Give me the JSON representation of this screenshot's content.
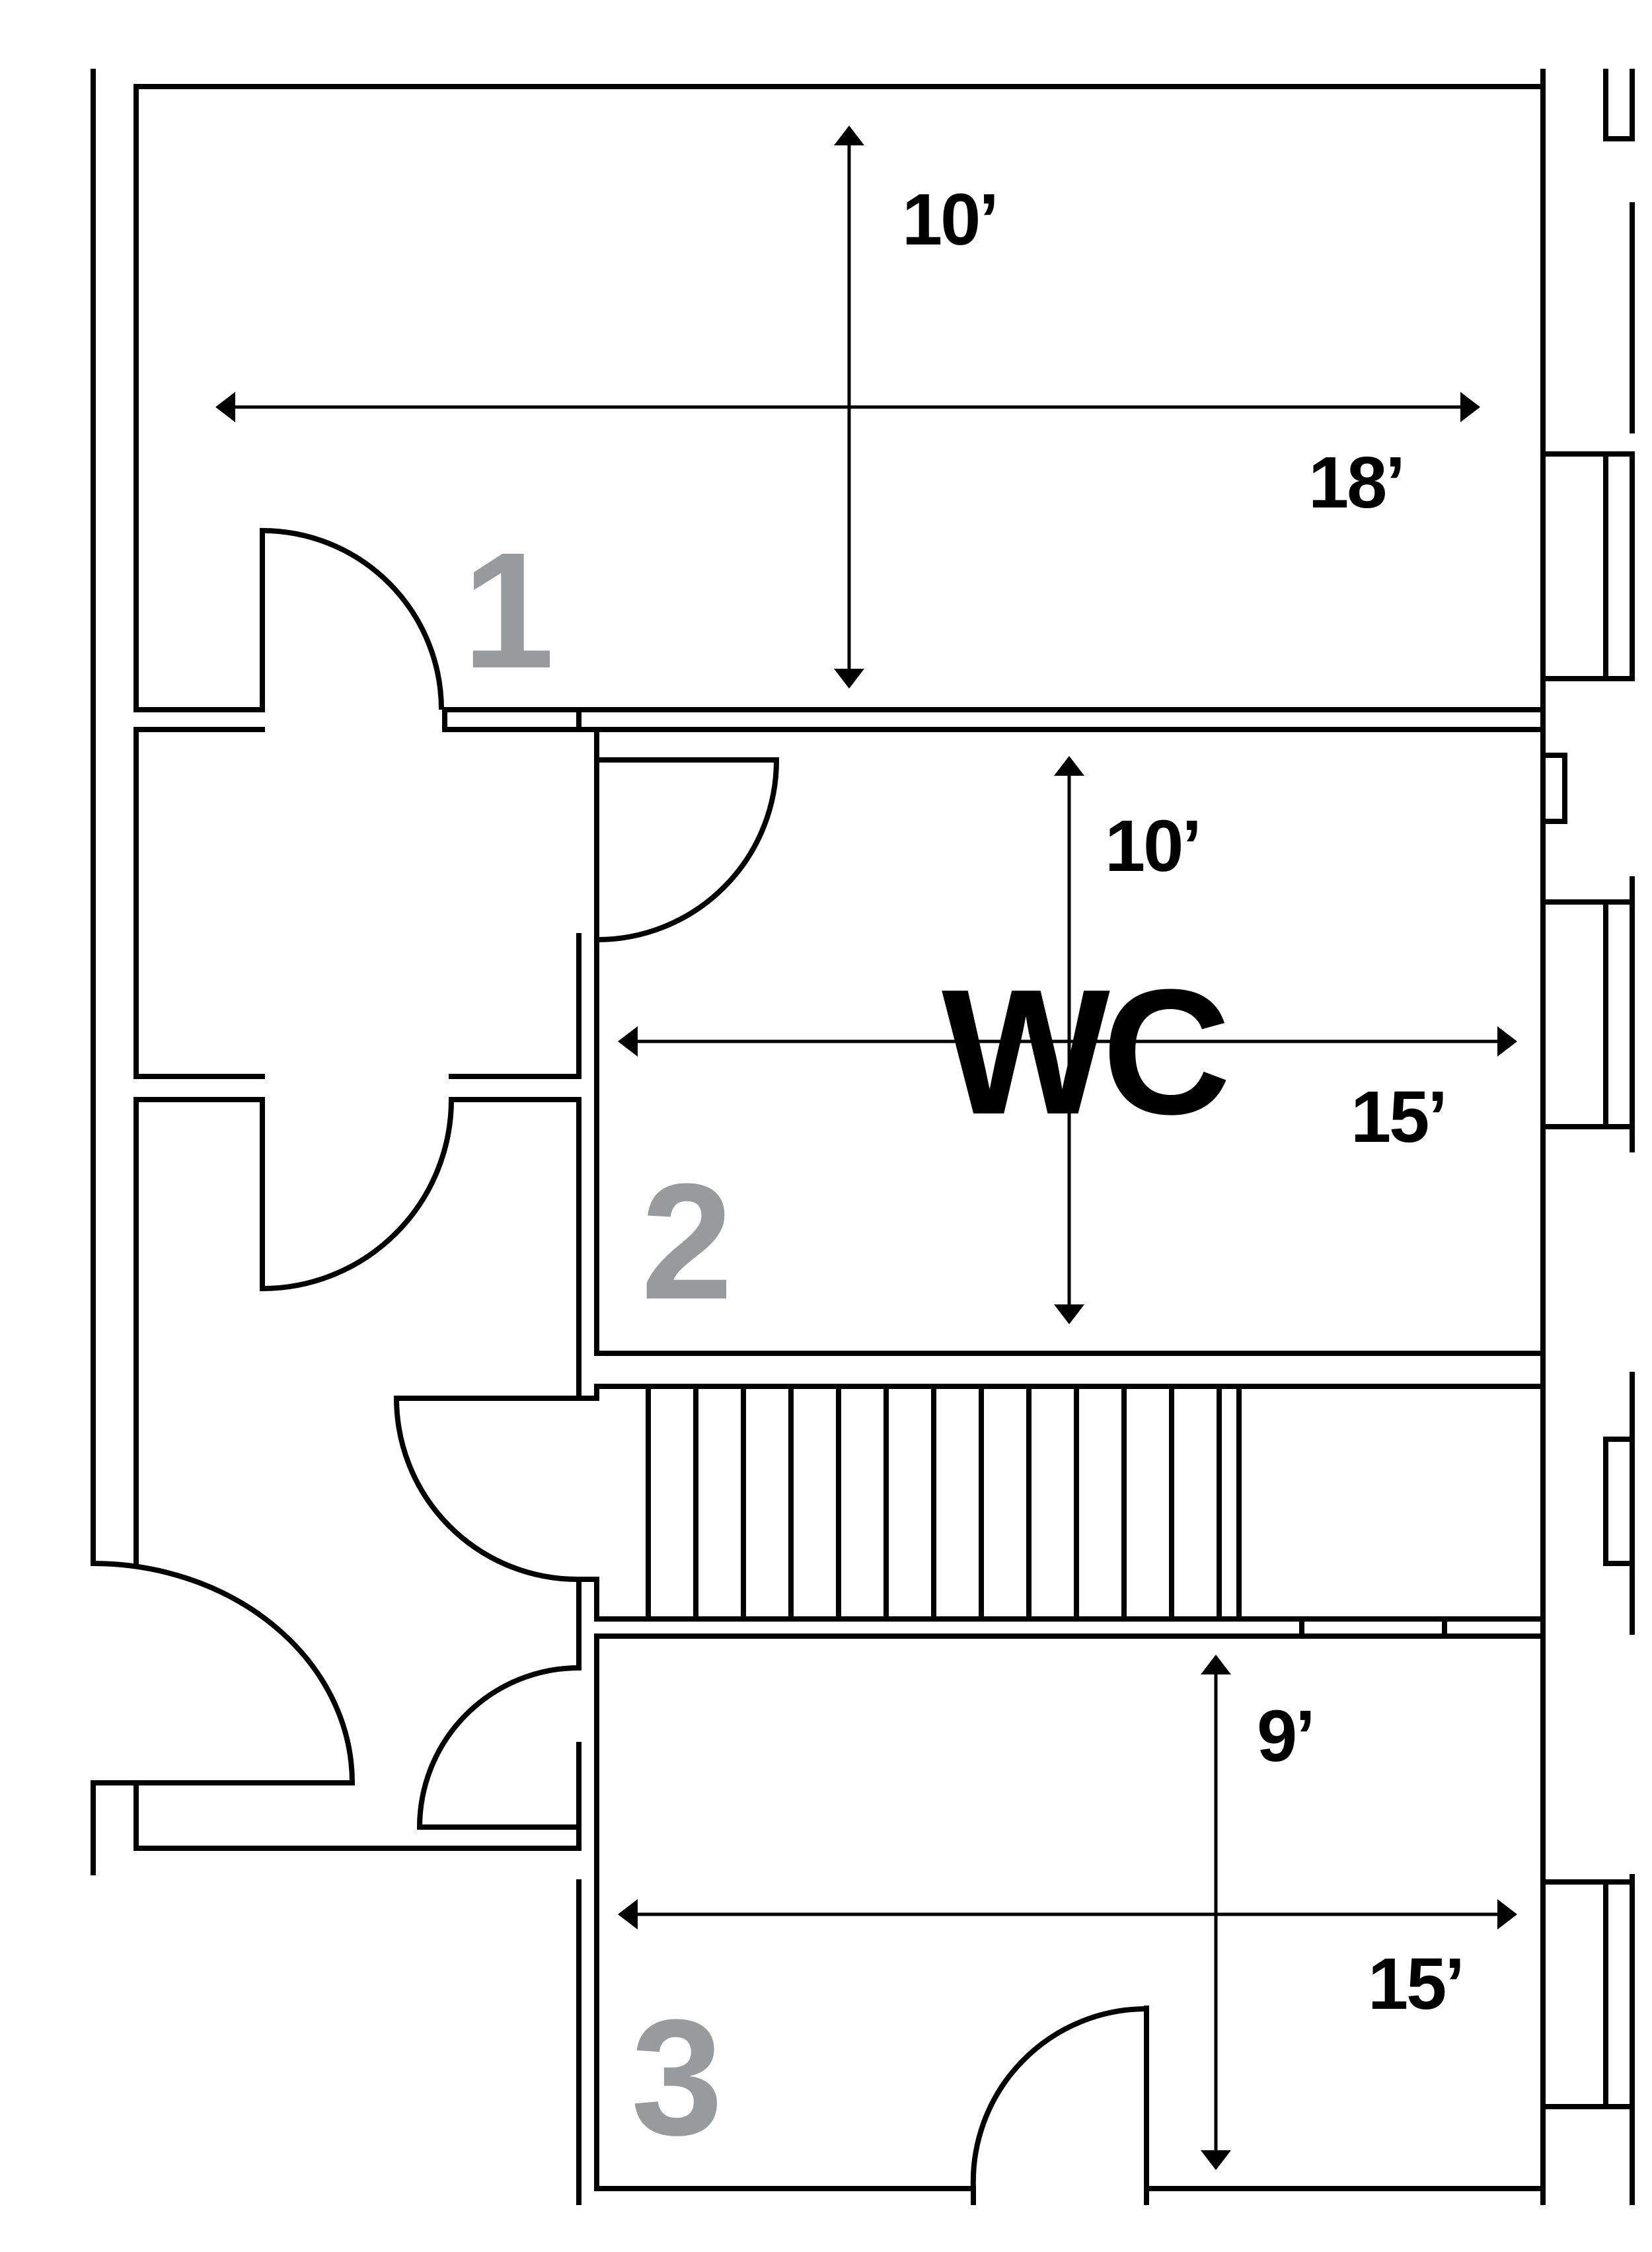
{
  "rooms": [
    {
      "number": "1",
      "width": "18’",
      "length": "10’"
    },
    {
      "number": "2",
      "label": "WC",
      "width": "15’",
      "length": "10’"
    },
    {
      "number": "3",
      "width": "15’",
      "length": "9’"
    }
  ],
  "colors": {
    "line": "#000000",
    "room_number": "#999a9c",
    "background": "#ffffff"
  }
}
